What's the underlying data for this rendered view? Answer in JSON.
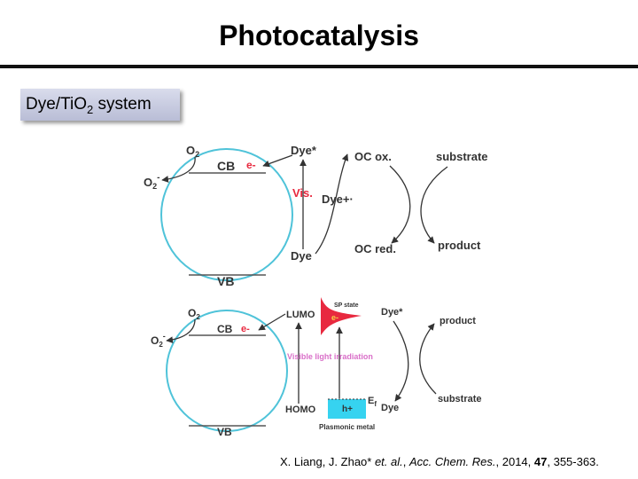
{
  "title": "Photocatalysis",
  "subtitle": {
    "main": "Dye/TiO",
    "sub": "2",
    "rest": " system"
  },
  "top_diagram": {
    "o2": "O",
    "o2_sub": "2",
    "o2_minus": "O",
    "o2_minus_sub": "2",
    "o2_minus_sup": "-",
    "cb": "CB",
    "e_minus": "e-",
    "vb": "VB",
    "dye_star": "Dye*",
    "vis": "Vis.",
    "dye_plus": "Dye+·",
    "dye": "Dye",
    "oc_ox": "OC ox.",
    "oc_red": "OC red.",
    "substrate": "substrate",
    "product": "product"
  },
  "bottom_diagram": {
    "o2": "O",
    "o2_sub": "2",
    "o2_minus": "O",
    "o2_minus_sub": "2",
    "o2_minus_sup": "-",
    "cb": "CB",
    "e_minus": "e-",
    "vb": "VB",
    "lumo": "LUMO",
    "homo": "HOMO",
    "sp_state": "SP state",
    "sp_e": "e-",
    "visible_light": "Visible light irradiation",
    "ef": "E",
    "ef_sub": "f",
    "h_plus": "h+",
    "plasmonic_metal": "Plasmonic metal",
    "dye_star": "Dye*",
    "dye": "Dye",
    "product": "product",
    "substrate": "substrate"
  },
  "citation": {
    "authors": "X. Liang, J. Zhao* ",
    "etal": "et. al.",
    "sep": ", ",
    "journal": "Acc. Chem. Res.",
    "year": ", 2014, ",
    "volume": "47",
    "pages": ", 355-363."
  },
  "colors": {
    "circle": "#4fc3d9",
    "red_text": "#e8293f",
    "visible_light": "#d96fc8",
    "sp_fill": "#e8293f",
    "h_box": "#36d3f0"
  }
}
